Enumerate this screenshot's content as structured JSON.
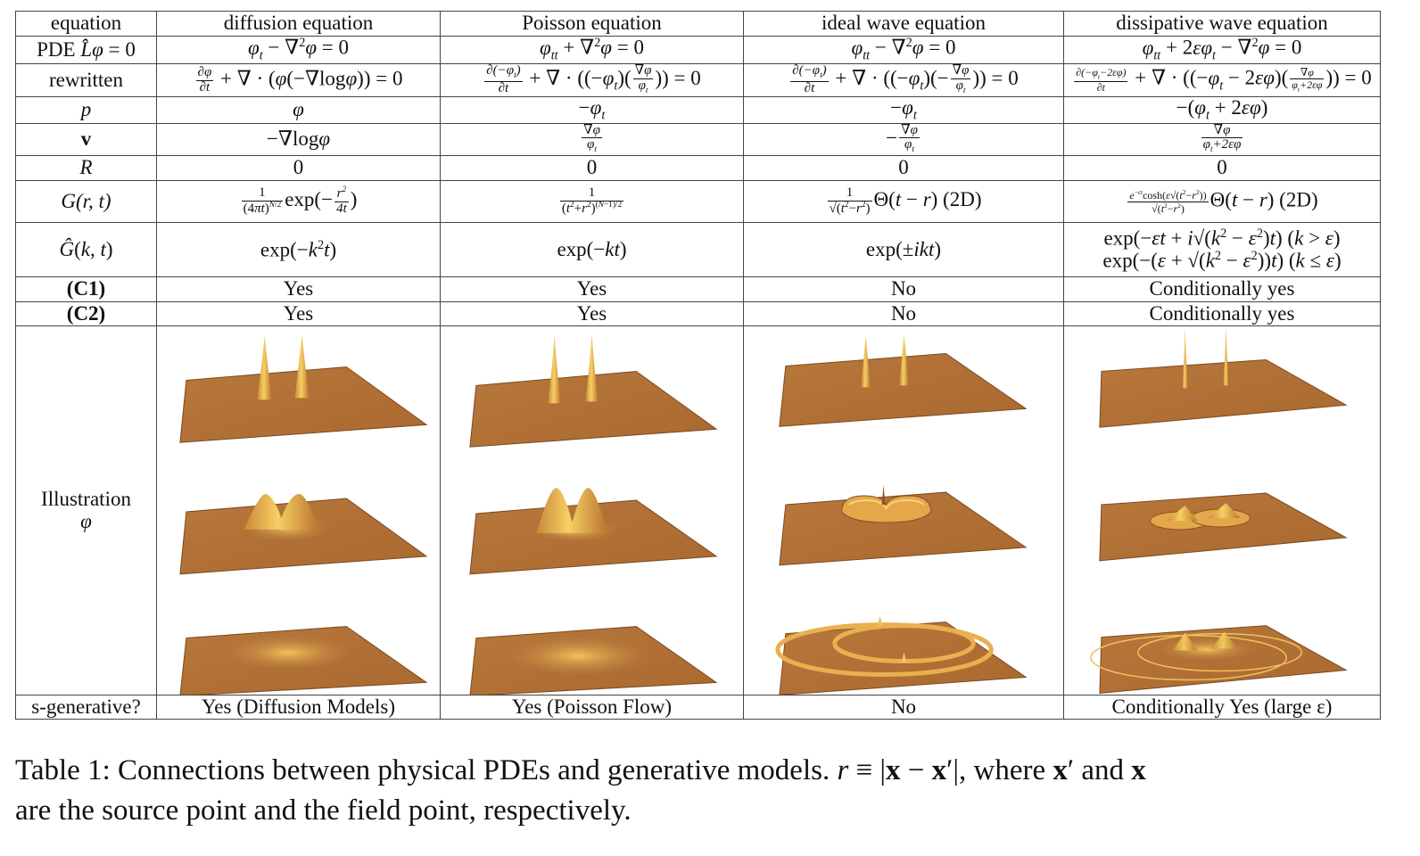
{
  "table": {
    "header": {
      "label": "equation",
      "columns": [
        "diffusion equation",
        "Poisson equation",
        "ideal wave equation",
        "dissipative wave equation"
      ]
    },
    "rows": {
      "pde": {
        "label": "PDE L̂φ = 0",
        "values": [
          "φt − ∇²φ = 0",
          "φtt + ∇²φ = 0",
          "φtt − ∇²φ = 0",
          "φtt + 2εφt − ∇²φ = 0"
        ]
      },
      "rewritten": {
        "label": "rewritten",
        "values": [
          "∂φ/∂t + ∇·(φ(−∇logφ)) = 0",
          "∂(−φt)/∂t + ∇·((−φt)(∇φ/φt)) = 0",
          "∂(−φt)/∂t + ∇·((−φt)(−∇φ/φt)) = 0",
          "∂(−φt−2εφ)/∂t + ∇·((−φt − 2εφ)(∇φ/(φt+2εφ))) = 0"
        ]
      },
      "p": {
        "label": "p",
        "values": [
          "φ",
          "−φt",
          "−φt",
          "−(φt + 2εφ)"
        ]
      },
      "v": {
        "label": "v",
        "values": [
          "−∇logφ",
          "∇φ/φt",
          "−∇φ/φt",
          "∇φ/(φt+2εφ)"
        ]
      },
      "R": {
        "label": "R",
        "values": [
          "0",
          "0",
          "0",
          "0"
        ]
      },
      "G": {
        "label": "G(r, t)",
        "values": [
          "1/(4πt)^(N/2) exp(−r²/4t)",
          "1/(t²+r²)^((N−1)/2)",
          "1/√(t²−r²) Θ(t − r) (2D)",
          "e^(−εt) cosh(ε√(t²−r²))/√(t²−r²) Θ(t − r) (2D)"
        ]
      },
      "Ghat": {
        "label": "Ĝ(k, t)",
        "values": [
          "exp(−k²t)",
          "exp(−kt)",
          "exp(±ikt)",
          "exp(−εt + i√(k² − ε²)t) (k > ε) / exp(−(ε + √(k² − ε²))t) (k ≤ ε)"
        ]
      },
      "c1": {
        "label": "(C1)",
        "values": [
          "Yes",
          "Yes",
          "No",
          "Conditionally yes"
        ]
      },
      "c2": {
        "label": "(C2)",
        "values": [
          "Yes",
          "Yes",
          "No",
          "Conditionally yes"
        ]
      },
      "illustration": {
        "label_line1": "Illustration",
        "label_line2": "φ",
        "panels": [
          [
            "two tall narrow peaks",
            "two smooth bumps",
            "single broad bump"
          ],
          [
            "two tall narrow peaks",
            "two smooth peaks",
            "single broad bump"
          ],
          [
            "two narrow spikes",
            "two overlapping ring walls",
            "two large thin rings"
          ],
          [
            "two needle spikes",
            "two cones with rings",
            "two cones with large thin rings"
          ]
        ]
      },
      "sgen": {
        "label": "s-generative?",
        "values": [
          "Yes (Diffusion Models)",
          "Yes (Poisson Flow)",
          "No",
          "Conditionally Yes (large ε)"
        ]
      }
    }
  },
  "caption": {
    "prefix": "Table 1: Connections between physical PDEs and generative models. ",
    "math": "r ≡ |x − x′|",
    "mid": ", where x′ and x",
    "line2": "are the source point and the field point, respectively."
  },
  "colors": {
    "surface": "#b2733a",
    "surface_edge": "#8a5426",
    "peak_light": "#f5c65a",
    "border": "#444444"
  }
}
